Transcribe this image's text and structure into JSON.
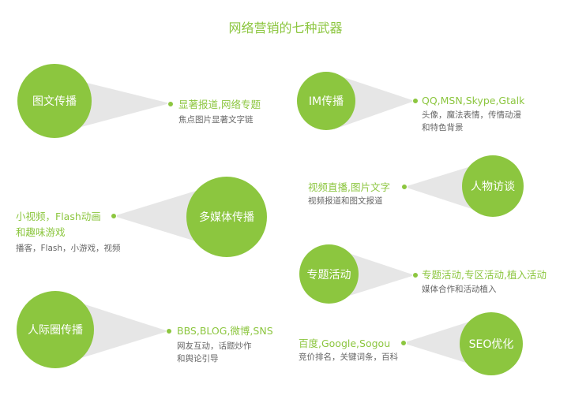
{
  "title": "网络营销的七种武器",
  "colors": {
    "accent": "#8cc63f",
    "cone": "#e6e6e6",
    "text_gray": "#666666"
  },
  "weapons": [
    {
      "name": "图文传播",
      "main": [
        "显著报道,网络专题"
      ],
      "sub": [
        "焦点图片显著文字链"
      ]
    },
    {
      "name": "IM传播",
      "main": [
        "QQ,MSN,Skype,Gtalk"
      ],
      "sub": [
        "头像，魔法表情，传情动漫",
        "和特色背景"
      ]
    },
    {
      "name": "人物访谈",
      "main": [
        "视频直播,图片文字"
      ],
      "sub": [
        "视频报道和图文报道"
      ]
    },
    {
      "name": "多媒体传播",
      "main": [
        "小视频，Flash动画",
        "和趣味游戏"
      ],
      "sub": [
        "播客，Flash，小游戏，视频"
      ]
    },
    {
      "name": "专题活动",
      "main": [
        "专题活动,专区活动,植入活动"
      ],
      "sub": [
        "媒体合作和活动植入"
      ]
    },
    {
      "name": "人际圈传播",
      "main": [
        "BBS,BLOG,微博,SNS"
      ],
      "sub": [
        "网友互动，话题炒作",
        "和舆论引导"
      ]
    },
    {
      "name": "SEO优化",
      "main": [
        "百度,Google,Sogou"
      ],
      "sub": [
        "竞价排名，关键词条，百科"
      ]
    }
  ]
}
